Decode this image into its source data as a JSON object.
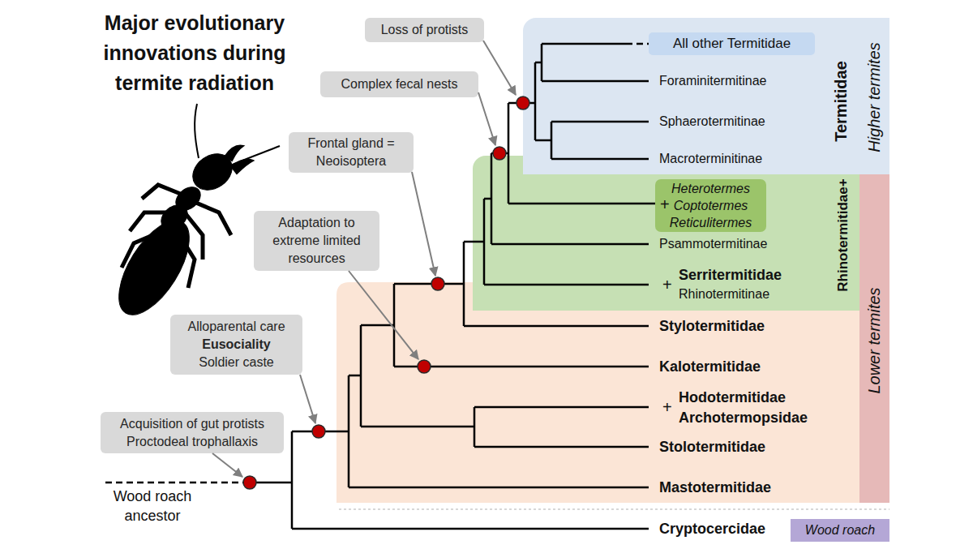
{
  "diagram": {
    "title": "Major evolutionary innovations during termite radiation",
    "nodes": [
      {
        "text": [
          "Termitidae",
          "Higher termites"
        ]
      },
      {
        "text": [
          "All other Termitidae"
        ],
        "in": 0
      },
      {
        "text": [
          "Loss of protists"
        ]
      },
      {
        "text": [
          "Complex fecal nests"
        ]
      },
      {
        "text": [
          "Frontal gland = Neoisoptera"
        ]
      },
      {
        "text": [
          "Rhinotermitidae+"
        ]
      },
      {
        "text": [
          "Heterotermes Coptotermes Reticulitermes"
        ],
        "in": 5
      },
      {
        "text": [
          "Adaptation to extreme limited resources"
        ]
      },
      {
        "text": [
          "Lower termites"
        ]
      },
      {
        "text": [
          "Alloparental care",
          "Eusociality",
          "Soldier caste"
        ]
      },
      {
        "text": [
          "Acquisition of gut protists",
          "Proctodeal trophallaxis"
        ]
      },
      {
        "text": [
          "Wood roach"
        ]
      }
    ],
    "labels": [
      "Foraminitermitinae",
      "Sphaerotermitinae",
      "Macroterminitinae",
      "+",
      "Psammotermitinae",
      "+",
      "Serritermitidae",
      "Rhinotermitinae",
      "Stylotermitidae",
      "Kalotermitidae",
      "+",
      "Hodotermitidae",
      "Archotermopsidae",
      "Stolotermitidae",
      "Mastotermitidae",
      "Cryptocercidae",
      "Wood roach ancestor"
    ]
  }
}
